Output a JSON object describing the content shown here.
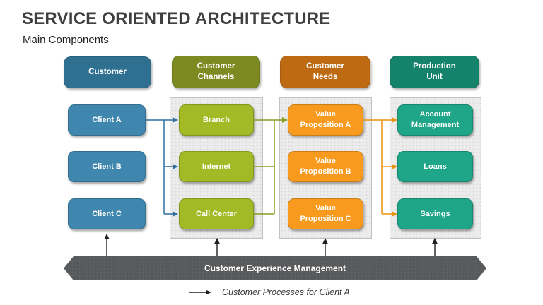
{
  "page": {
    "title": "SERVICE ORIENTED ARCHITECTURE",
    "subtitle": "Main Components"
  },
  "columns": [
    {
      "header": "Customer",
      "header_color": "#2F6F8F",
      "node_color": "#3F87AE",
      "nodes": [
        "Client A",
        "Client B",
        "Client C"
      ]
    },
    {
      "header": "Customer Channels",
      "header_color": "#7C8A21",
      "node_color": "#A2BA25",
      "nodes": [
        "Branch",
        "Internet",
        "Call Center"
      ]
    },
    {
      "header": "Customer Needs",
      "header_color": "#BE6A12",
      "node_color": "#F79A1D",
      "nodes": [
        "Value Proposition A",
        "Value Proposition B",
        "Value Proposition C"
      ]
    },
    {
      "header": "Production Unit",
      "header_color": "#15826B",
      "node_color": "#1FA588",
      "nodes": [
        "Account Management",
        "Loans",
        "Savings"
      ]
    }
  ],
  "banner": {
    "label": "Customer Experience Management",
    "color": "#58595B"
  },
  "legend": {
    "label": "Customer Processes for Client A"
  },
  "connectors": {
    "customer_to_channels": "#2E6F9D",
    "channels_to_needs": "#8A9B20",
    "needs_to_production": "#E8920D",
    "columns_to_banner": "#1F1F1F",
    "legend_arrow": "#1F1F1F"
  }
}
